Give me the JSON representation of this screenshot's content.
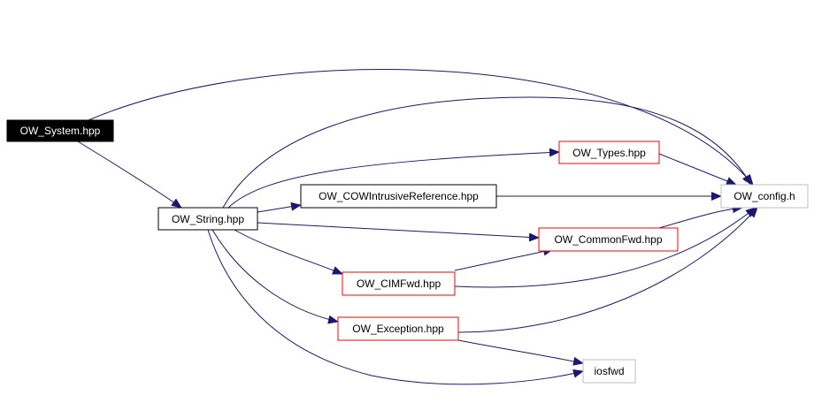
{
  "diagram": {
    "colors": {
      "edge": "#191970",
      "highlight_fill": "#000000",
      "highlight_text": "#ffffff",
      "node_text": "#000000",
      "border_default": "#000000",
      "border_red": "#ff0000",
      "border_gray": "#bfbfbf"
    },
    "nodes": {
      "system": {
        "label": "OW_System.hpp",
        "style": "highlight"
      },
      "string": {
        "label": "OW_String.hpp",
        "style": "default"
      },
      "cowref": {
        "label": "OW_COWIntrusiveReference.hpp",
        "style": "default"
      },
      "types": {
        "label": "OW_Types.hpp",
        "style": "red"
      },
      "commonfwd": {
        "label": "OW_CommonFwd.hpp",
        "style": "red"
      },
      "cimfwd": {
        "label": "OW_CIMFwd.hpp",
        "style": "red"
      },
      "exception": {
        "label": "OW_Exception.hpp",
        "style": "red"
      },
      "config": {
        "label": "OW_config.h",
        "style": "gray"
      },
      "iosfwd": {
        "label": "iosfwd",
        "style": "gray"
      }
    },
    "edges": [
      [
        "system",
        "string"
      ],
      [
        "system",
        "config"
      ],
      [
        "string",
        "config"
      ],
      [
        "string",
        "types"
      ],
      [
        "string",
        "cowref"
      ],
      [
        "string",
        "commonfwd"
      ],
      [
        "string",
        "cimfwd"
      ],
      [
        "string",
        "exception"
      ],
      [
        "string",
        "iosfwd"
      ],
      [
        "types",
        "config"
      ],
      [
        "cowref",
        "config"
      ],
      [
        "commonfwd",
        "config"
      ],
      [
        "cimfwd",
        "commonfwd"
      ],
      [
        "cimfwd",
        "config"
      ],
      [
        "exception",
        "config"
      ],
      [
        "exception",
        "iosfwd"
      ]
    ]
  }
}
